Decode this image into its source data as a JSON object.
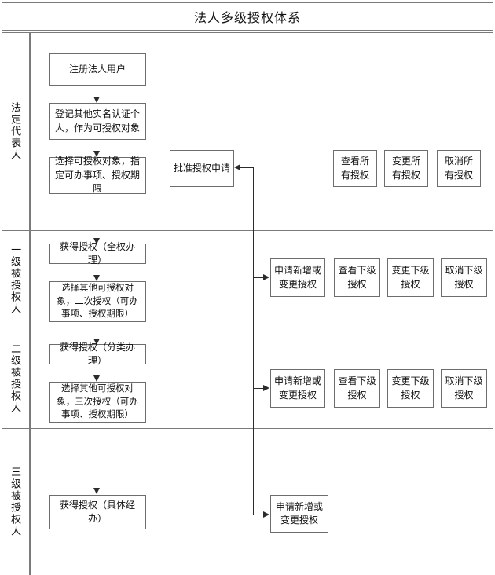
{
  "title": "法人多级授权体系",
  "roles": [
    {
      "id": "legal-representative",
      "label": "法定代表人"
    },
    {
      "id": "level-1-authorized",
      "label": "一级被授权人"
    },
    {
      "id": "level-2-authorized",
      "label": "二级被授权人"
    },
    {
      "id": "level-3-授权人",
      "label": "三级被授权人"
    }
  ],
  "row1": {
    "steps": [
      {
        "id": "register-legal-user",
        "text": "注册法人用户"
      },
      {
        "id": "register-verified-individual",
        "text": "登记其他实名认证个人，作为可授权对象"
      },
      {
        "id": "select-grantee-scope",
        "text": "选择可授权对象，指定可办事项、授权期限"
      }
    ],
    "approve": {
      "id": "approve-authorization-request",
      "text": "批准授权申请"
    },
    "actions": [
      {
        "id": "view-all-authorizations",
        "text": "查看所有授权"
      },
      {
        "id": "modify-all-authorizations",
        "text": "变更所有授权"
      },
      {
        "id": "cancel-all-authorizations",
        "text": "取消所有授权"
      }
    ]
  },
  "row2": {
    "steps": [
      {
        "id": "granted-full-authority",
        "text": "获得授权（全权办理）"
      },
      {
        "id": "second-level-delegation",
        "text": "选择其他可授权对象，二次授权（可办事项、授权期限）"
      }
    ],
    "actions": [
      {
        "id": "apply-new-or-modify-authorization",
        "text": "申请新增或变更授权"
      },
      {
        "id": "view-sub-authorizations",
        "text": "查看下级授权"
      },
      {
        "id": "modify-sub-authorizations",
        "text": "变更下级授权"
      },
      {
        "id": "cancel-sub-authorizations",
        "text": "取消下级授权"
      }
    ]
  },
  "row3": {
    "steps": [
      {
        "id": "granted-category-authority",
        "text": "获得授权（分类办理）"
      },
      {
        "id": "third-level-delegation",
        "text": "选择其他可授权对象，三次授权（可办事项、授权期限）"
      }
    ],
    "actions": [
      {
        "id": "apply-new-or-modify-authorization",
        "text": "申请新增或变更授权"
      },
      {
        "id": "view-sub-authorizations",
        "text": "查看下级授权"
      },
      {
        "id": "modify-sub-authorizations",
        "text": "变更下级授权"
      },
      {
        "id": "cancel-sub-authorizations",
        "text": "取消下级授权"
      }
    ]
  },
  "row4": {
    "steps": [
      {
        "id": "granted-specific-handling",
        "text": "获得授权（具体经办）"
      }
    ],
    "actions": [
      {
        "id": "apply-new-or-modify-authorization",
        "text": "申请新增或变更授权"
      }
    ]
  },
  "colors": {
    "frame_border": "#7a7a7a",
    "node_border": "#6d6d6d",
    "connector": "#2b2b2b",
    "background": "#ffffff",
    "text": "#111111"
  }
}
